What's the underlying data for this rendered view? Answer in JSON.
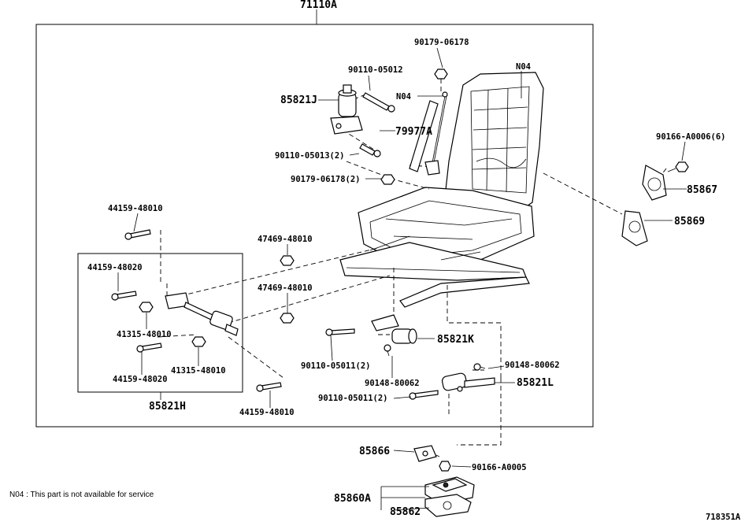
{
  "assembly": {
    "label": "71110A"
  },
  "note": "N04 : This part is not available for service",
  "figure_id": "718351A",
  "labels": {
    "p90179_top": "90179-06178",
    "p90110_05012": "90110-05012",
    "p85821J": "85821J",
    "pN04_a": "N04",
    "pN04_b": "N04",
    "p79977A": "79977A",
    "p90110_05013": "90110-05013(2)",
    "p90179_2": "90179-06178(2)",
    "p90166_A0006": "90166-A0006(6)",
    "p85867": "85867",
    "p85869": "85869",
    "p44159_top": "44159-48010",
    "p47469_a": "47469-48010",
    "p44159_48020_a": "44159-48020",
    "p47469_b": "47469-48010",
    "p41315_a": "41315-48010",
    "p41315_b": "41315-48010",
    "p44159_48020_b": "44159-48020",
    "p85821H": "85821H",
    "p44159_bot": "44159-48010",
    "p85821K": "85821K",
    "p90110_05011_a": "90110-05011(2)",
    "p90148_a": "90148-80062",
    "p90148_b": "90148-80062",
    "p85821L": "85821L",
    "p90110_05011_b": "90110-05011(2)",
    "p85866": "85866",
    "p90166_A0005": "90166-A0005",
    "p85860A": "85860A",
    "p85862": "85862"
  }
}
